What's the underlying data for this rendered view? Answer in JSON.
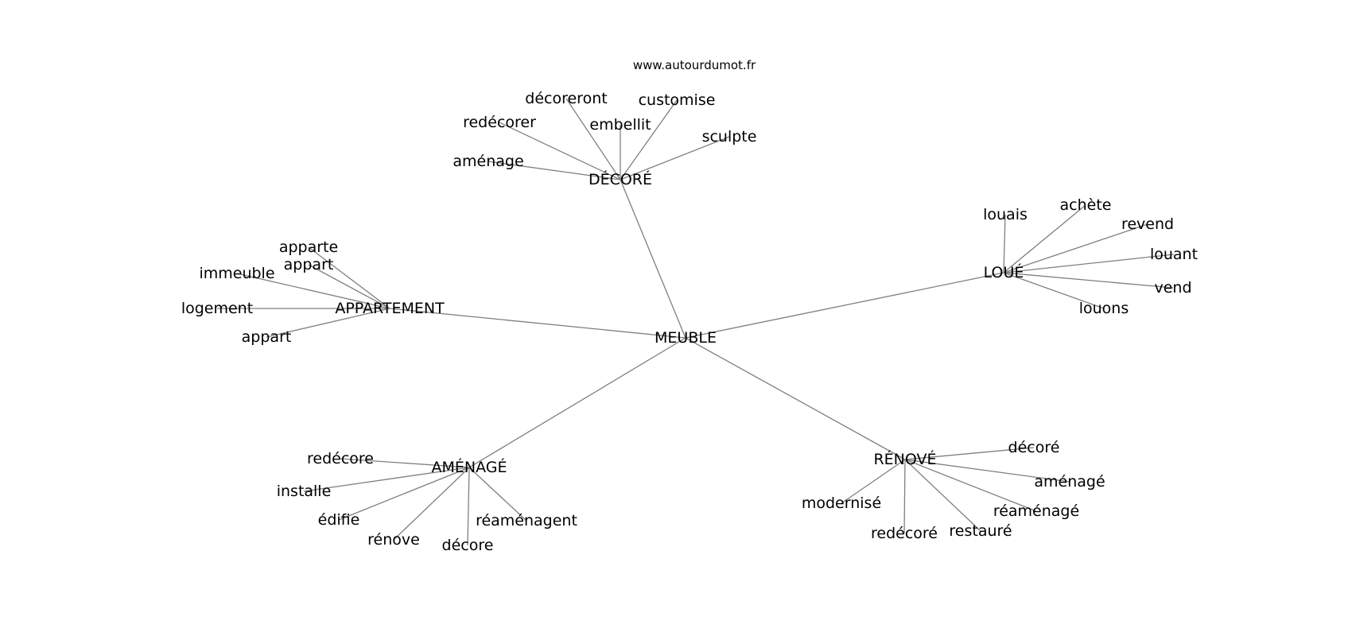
{
  "watermark": "www.autourdumot.fr",
  "graph": {
    "center": "MEUBLE",
    "hubs": [
      {
        "id": "decore_hub",
        "label": "DÉCORÉ",
        "leaves": [
          "décoreront",
          "customise",
          "redécorer",
          "embellit",
          "sculpte",
          "aménage"
        ]
      },
      {
        "id": "appartement_hub",
        "label": "APPARTEMENT",
        "leaves": [
          "apparte",
          "appart",
          "immeuble",
          "logement",
          "appart"
        ]
      },
      {
        "id": "loue_hub",
        "label": "LOUÉ",
        "leaves": [
          "louais",
          "achète",
          "revend",
          "louant",
          "vend",
          "louons"
        ]
      },
      {
        "id": "amenage_hub",
        "label": "AMÉNAGÉ",
        "leaves": [
          "redécore",
          "installe",
          "édifie",
          "rénove",
          "décore",
          "réaménagent"
        ]
      },
      {
        "id": "renove_hub",
        "label": "RÉNOVÉ",
        "leaves": [
          "décoré",
          "aménagé",
          "réaménagé",
          "modernisé",
          "redécoré",
          "restauré"
        ]
      }
    ]
  }
}
